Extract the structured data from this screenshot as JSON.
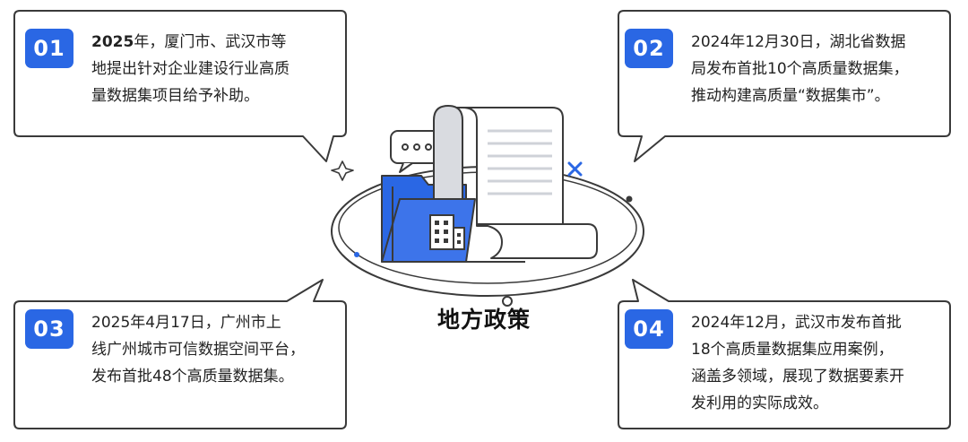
{
  "title": "地方政策",
  "colors": {
    "accent": "#2a67e4",
    "outline": "#3a3a3a",
    "text": "#222222"
  },
  "cards": [
    {
      "number": "01",
      "year": "2025",
      "text": "年，厦门市、武汉市等\n地提出针对企业建设行业高质\n量数据集项目给予补助。"
    },
    {
      "number": "02",
      "text": "2024年12月30日，湖北省数据\n局发布首批10个高质量数据集，\n推动构建高质量“数据集市”。"
    },
    {
      "number": "03",
      "text": "2025年4月17日，广州市上\n线广州城市可信数据空间平台，\n发布首批48个高质量数据集。"
    },
    {
      "number": "04",
      "text": "2024年12月，武汉市发布首批\n18个高质量数据集应用案例，\n涵盖多领域，展现了数据要素开\n发利用的实际成效。"
    }
  ],
  "illustration": {
    "icon": "folder-document-building-icon"
  }
}
